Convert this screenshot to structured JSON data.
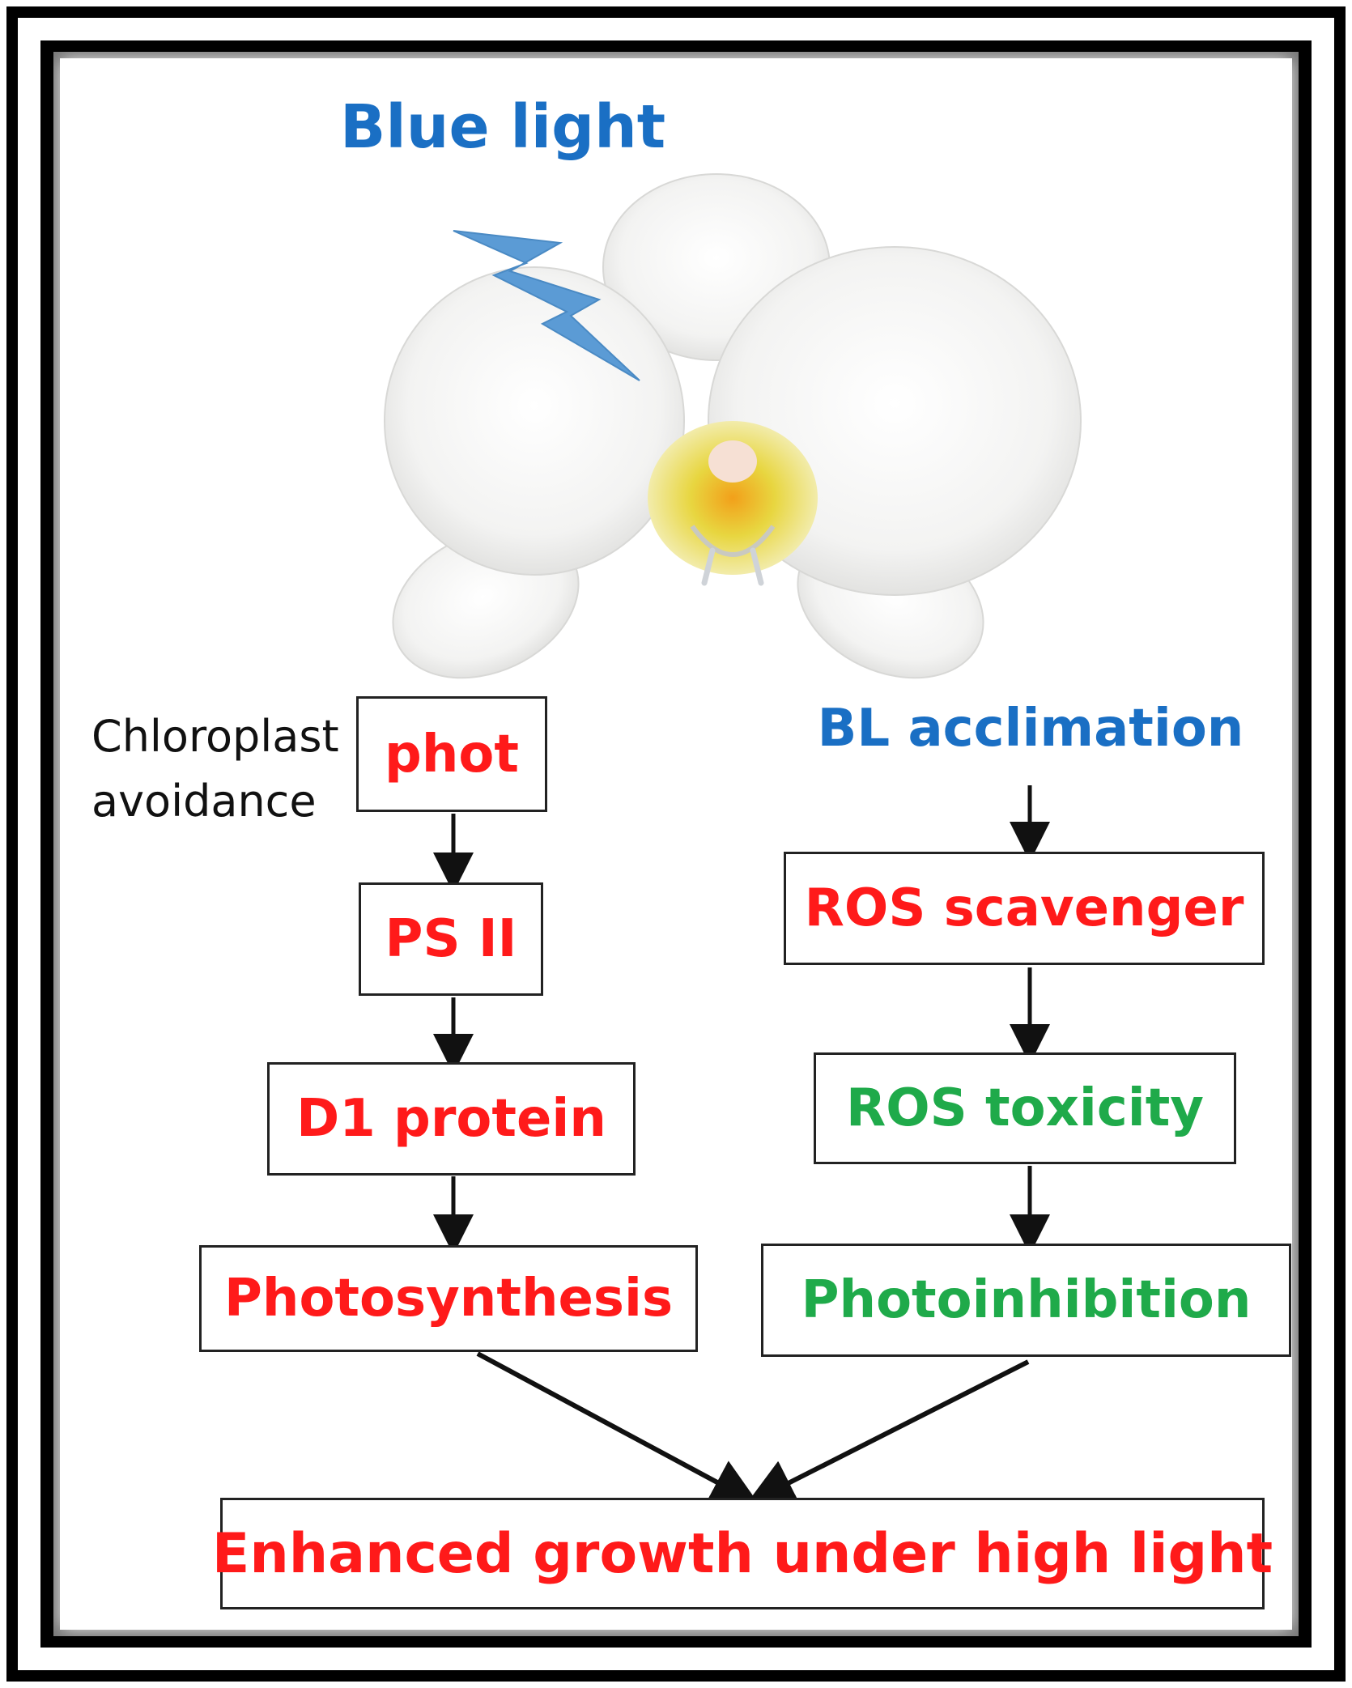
{
  "title": "Blue light",
  "side_note": {
    "line1": "Chloroplast",
    "line2": "avoidance"
  },
  "left_chain": [
    "phot",
    "PS II",
    "D1 protein",
    "Photosynthesis"
  ],
  "right_header": "BL acclimation",
  "right_chain": [
    "ROS scavenger",
    "ROS toxicity",
    "Photoinhibition"
  ],
  "outcome": "Enhanced growth under high light",
  "colors": {
    "positive": "#ff1a1a",
    "negative": "#1faa4a",
    "light": "#1a6fc4",
    "bolt": "#5b9bd5"
  }
}
